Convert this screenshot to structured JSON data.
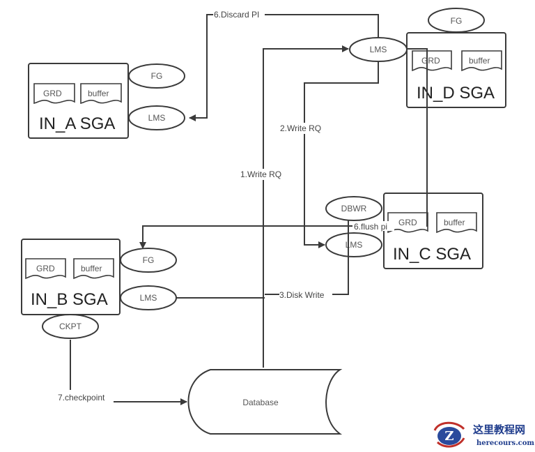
{
  "diagram": {
    "nodes": {
      "in_a": {
        "title": "IN_A SGA",
        "grd": "GRD",
        "buffer": "buffer",
        "fg": "FG",
        "lms": "LMS"
      },
      "in_b": {
        "title": "IN_B SGA",
        "grd": "GRD",
        "buffer": "buffer",
        "fg": "FG",
        "lms": "LMS",
        "ckpt": "CKPT"
      },
      "in_c": {
        "title": "IN_C SGA",
        "grd": "GRD",
        "buffer": "buffer",
        "lms": "LMS",
        "dbwr": "DBWR"
      },
      "in_d": {
        "title": "IN_D SGA",
        "grd": "GRD",
        "buffer": "buffer",
        "fg": "FG",
        "lms": "LMS"
      },
      "database": "Database"
    },
    "edges": {
      "discard_pi": "6.Discard PI",
      "write_rq_1": "1.Write RQ",
      "write_rq_2": "2.Write RQ",
      "flush_pi": "6.flush pi",
      "disk_write": "3.Disk Write",
      "checkpoint": "7.checkpoint"
    }
  },
  "watermark": {
    "cn": "这里教程网",
    "en": "herecours.com"
  }
}
